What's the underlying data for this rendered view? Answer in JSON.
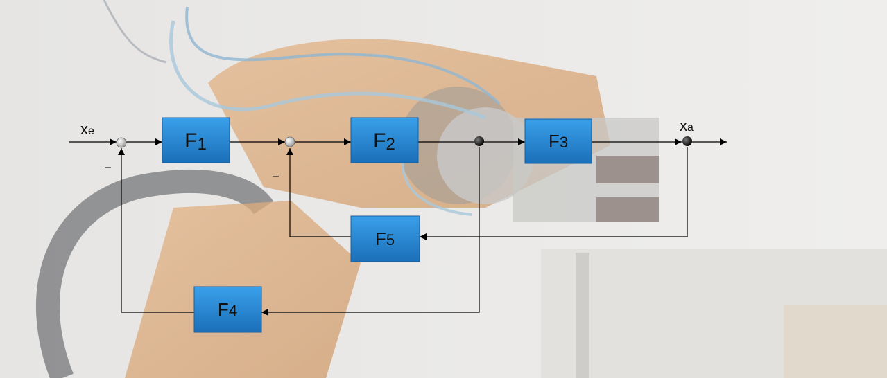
{
  "diagram": {
    "blocks": {
      "f1": {
        "main": "F",
        "sub": "1"
      },
      "f2": {
        "main": "F",
        "sub": "2"
      },
      "f3": {
        "main": "F",
        "sub": "3"
      },
      "f4": {
        "main": "F",
        "sub": "4"
      },
      "f5": {
        "main": "F",
        "sub": "5"
      }
    },
    "signals": {
      "input": {
        "main": "x",
        "sub": "e"
      },
      "output": {
        "main": "x",
        "sub": "a"
      }
    },
    "sign_minus": "–"
  },
  "colors": {
    "block_fill_top": "#3aa0ea",
    "block_fill_bottom": "#1b6fb8",
    "line": "#000000",
    "background": "#e9e8e6",
    "robot_orange": "#d9a77a"
  }
}
